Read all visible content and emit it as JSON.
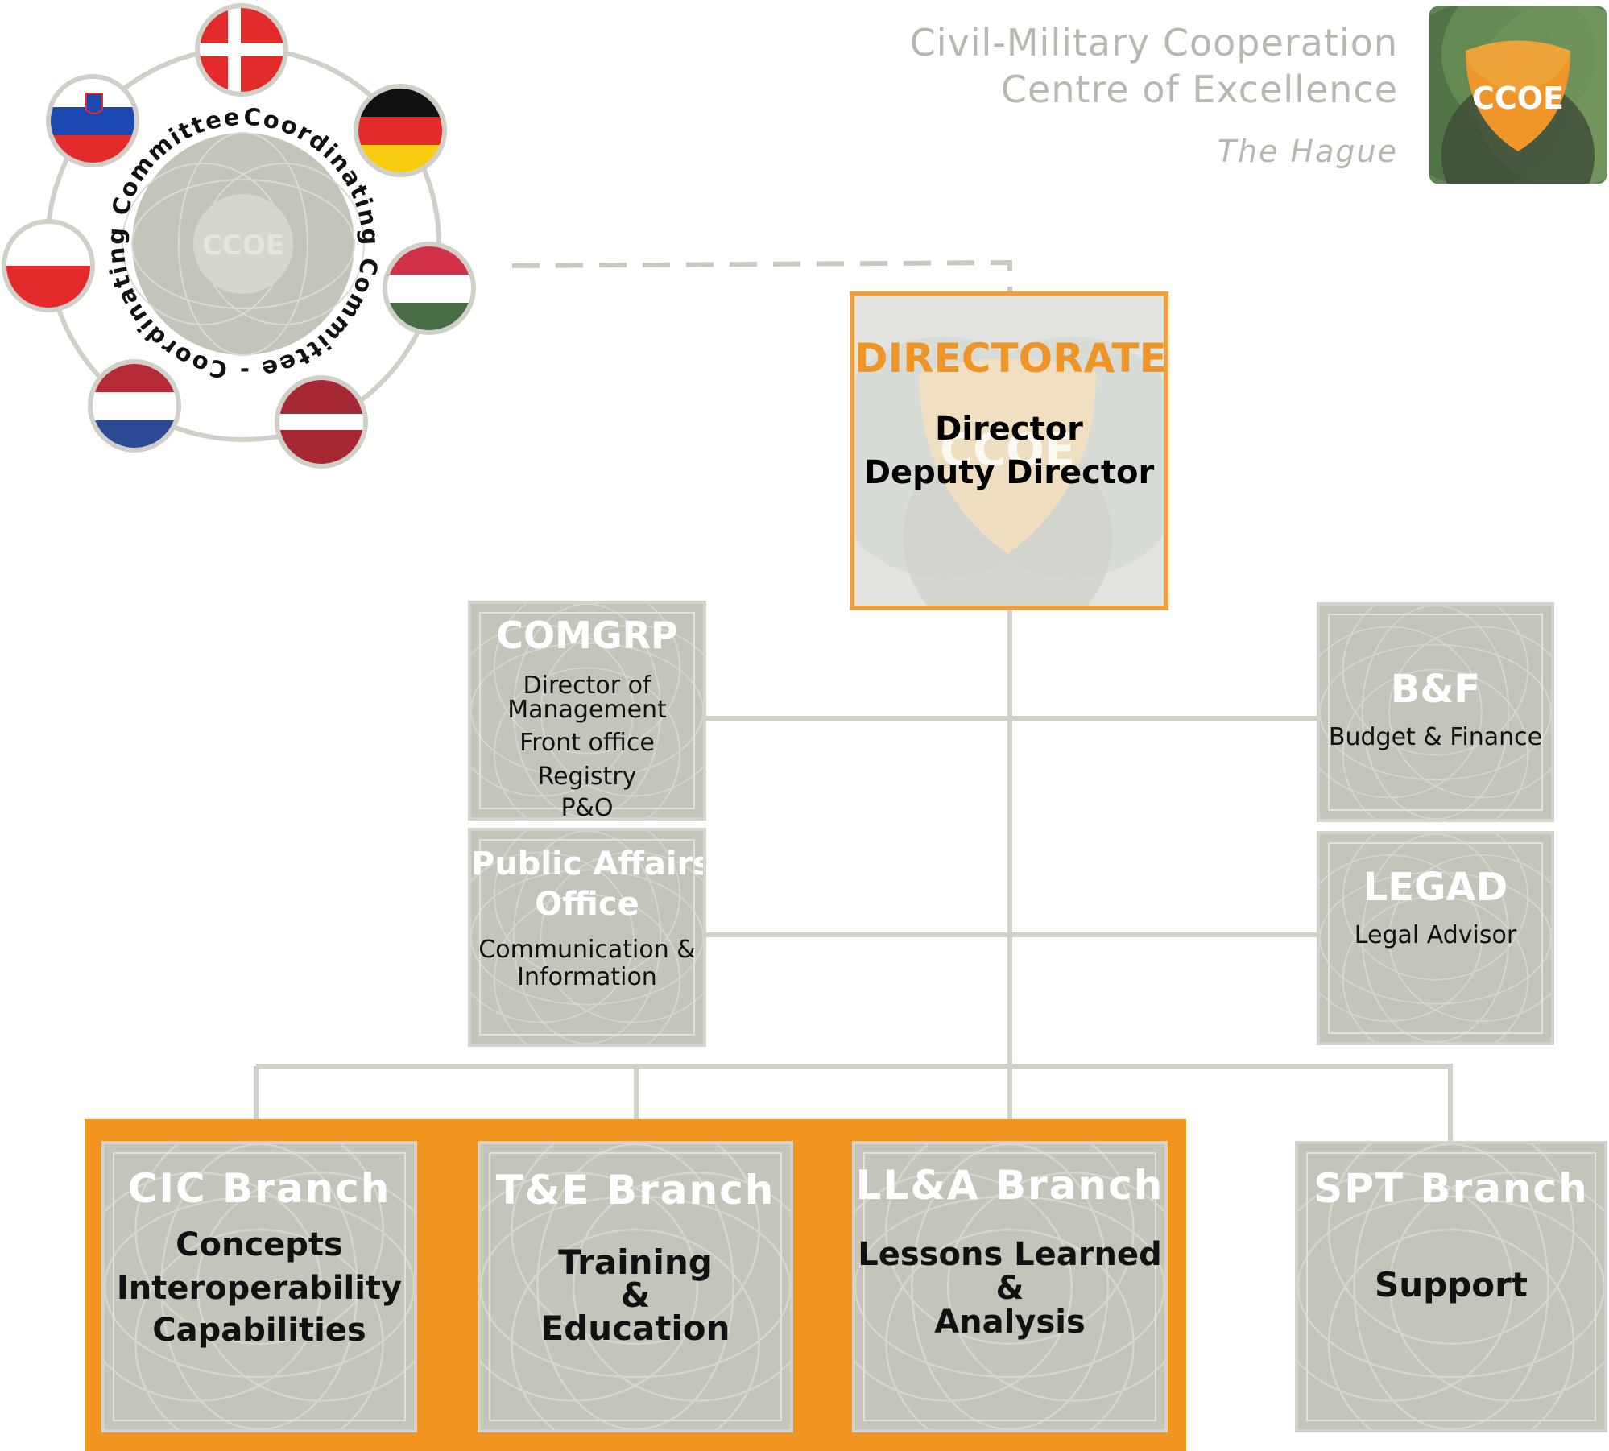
{
  "header": {
    "line1": "Civil-Military Cooperation",
    "line2": "Centre of Excellence",
    "location": "The Hague",
    "logo_text": "CCOE"
  },
  "committee": {
    "ring_text": "Coordinating Committee - Coordinating Committee - ",
    "center_text": "CCOE",
    "flags": [
      "denmark-flag",
      "germany-flag",
      "hungary-flag",
      "latvia-flag",
      "netherlands-flag",
      "poland-flag",
      "slovenia-flag"
    ]
  },
  "directorate": {
    "title": "DIRECTORATE",
    "watermark": "CCOE",
    "line1": "Director",
    "line2": "Deputy Director"
  },
  "comgrp": {
    "title": "COMGRP",
    "lines": [
      "Director of",
      "Management",
      "Front office",
      "Registry",
      "P&O"
    ]
  },
  "pao": {
    "title1": "Public Affairs",
    "title2": "Office",
    "lines": [
      "Communication &",
      "Information"
    ]
  },
  "bf": {
    "title": "B&F",
    "line": "Budget & Finance"
  },
  "legad": {
    "title": "LEGAD",
    "line": "Legal Advisor"
  },
  "branches": {
    "cic": {
      "title": "CIC Branch",
      "lines": [
        "Concepts",
        "Interoperability",
        "Capabilities"
      ]
    },
    "te": {
      "title": "T&E Branch",
      "lines": [
        "Training",
        "&",
        "Education"
      ]
    },
    "lla": {
      "title": "LL&A Branch",
      "lines": [
        "Lessons Learned",
        "&",
        "Analysis"
      ]
    },
    "spt": {
      "title": "SPT Branch",
      "lines": [
        "Support"
      ]
    }
  },
  "colors": {
    "accent_orange": "#f1951f",
    "box_gray": "#c4c4bb",
    "line_gray": "#d1d1c9",
    "header_gray": "#b8b8b0"
  }
}
